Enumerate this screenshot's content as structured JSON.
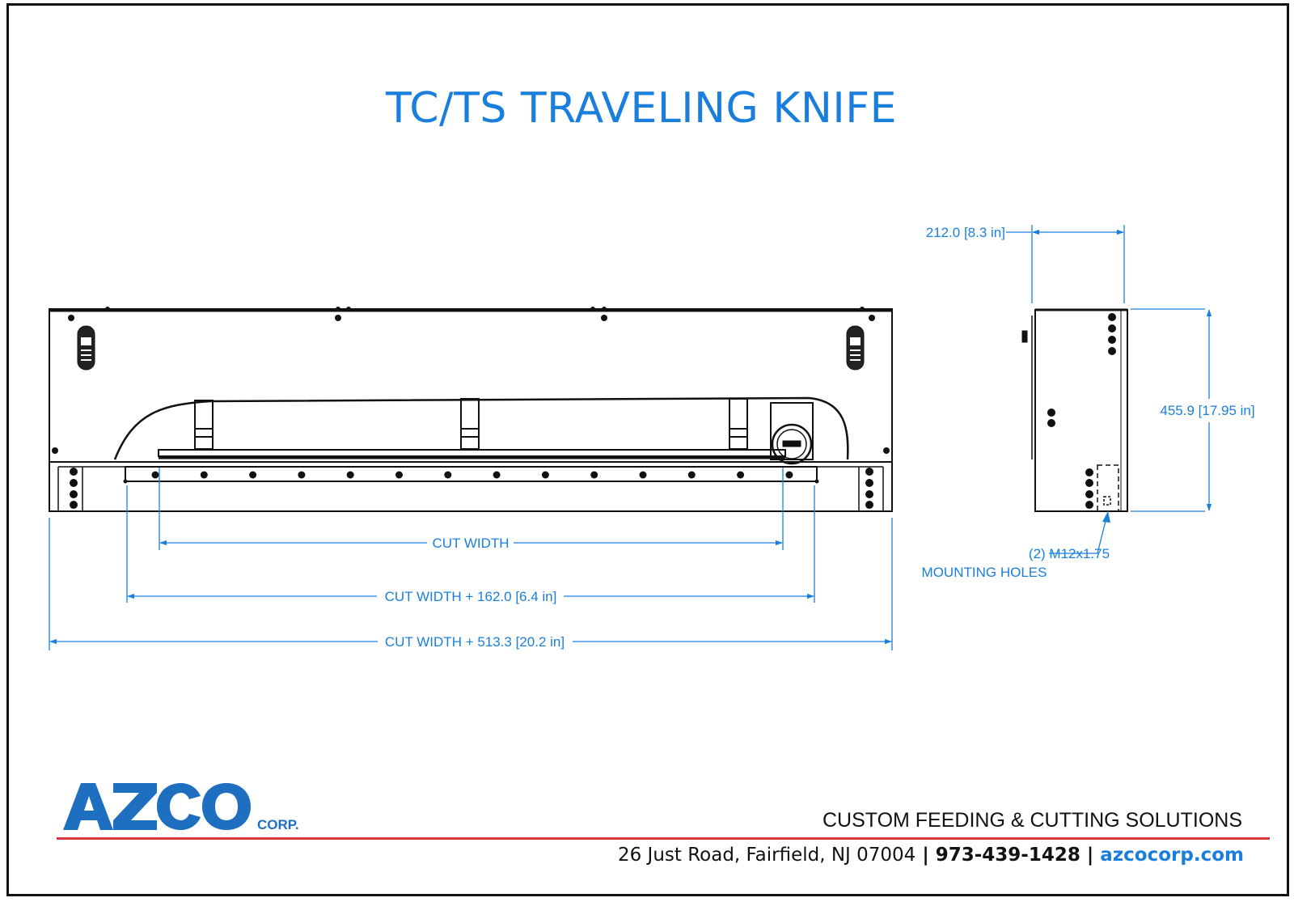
{
  "title": "TC/TS TRAVELING KNIFE",
  "dimensions": {
    "cut_width": "CUT WIDTH",
    "cut_width_162": "CUT WIDTH + 162.0 [6.4 in]",
    "cut_width_513": "CUT WIDTH + 513.3 [20.2 in]",
    "depth": "212.0 [8.3 in]",
    "height": "455.9 [17.95 in]",
    "holes_line1": "(2) M12x1.75",
    "holes_line2": "MOUNTING HOLES"
  },
  "footer": {
    "logo_text": "AZCO",
    "logo_corp": "CORP.",
    "tagline": "CUSTOM FEEDING & CUTTING SOLUTIONS",
    "address": "26 Just Road, Fairfield, NJ 07004",
    "separator": "|",
    "phone": "973-439-1428",
    "website": "azcocorp.com"
  },
  "colors": {
    "dimension_blue": "#1a7fdc",
    "logo_blue": "#1e6fbf",
    "rule_red": "#d9363e",
    "line_black": "#111111"
  }
}
